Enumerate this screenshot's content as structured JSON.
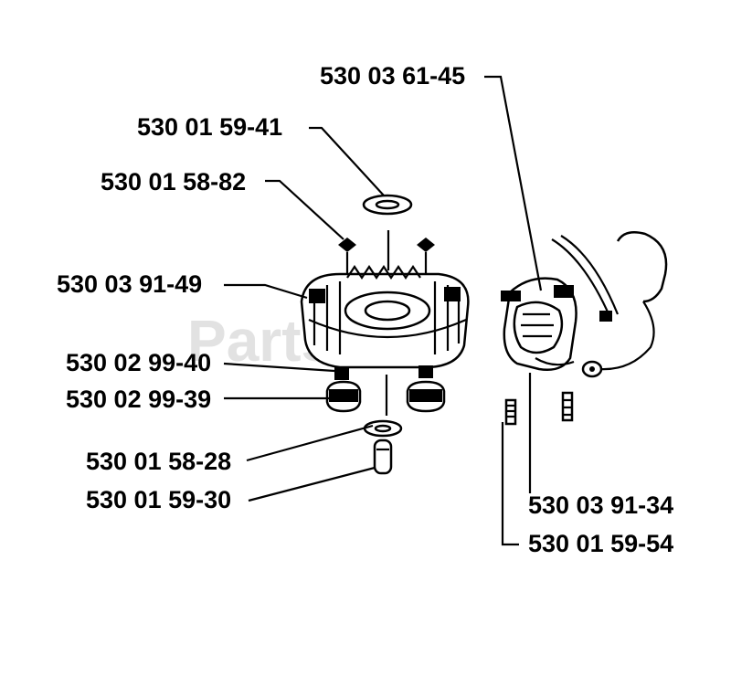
{
  "watermark": "PartsTree",
  "part_numbers": {
    "p1": "530 03 61-45",
    "p2": "530 01 59-41",
    "p3": "530 01 58-82",
    "p4": "530 03 91-49",
    "p5": "530 02 99-40",
    "p6": "530 02 99-39",
    "p7": "530 01 58-28",
    "p8": "530 01 59-30",
    "p9": "530 03 91-34",
    "p10": "530 01 59-54"
  }
}
